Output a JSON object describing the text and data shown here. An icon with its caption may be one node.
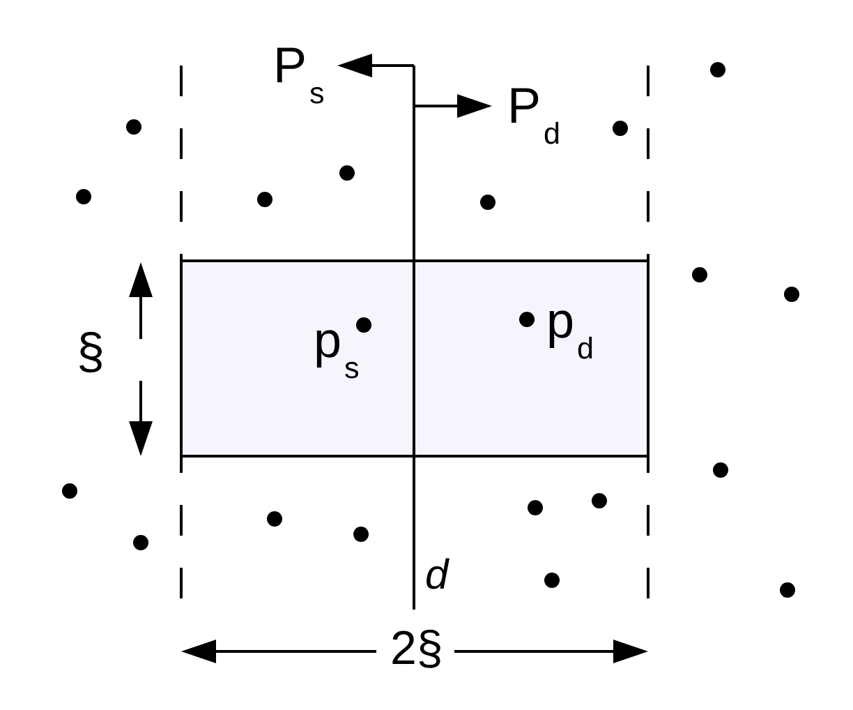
{
  "diagram": {
    "nodes": [
      {
        "text": [
          "p$_{s}$",
          "p$_{d}$"
        ]
      }
    ],
    "labels": [
      "P$_{s}$",
      "P$_{d}$",
      "§",
      "d",
      "2§"
    ]
  }
}
